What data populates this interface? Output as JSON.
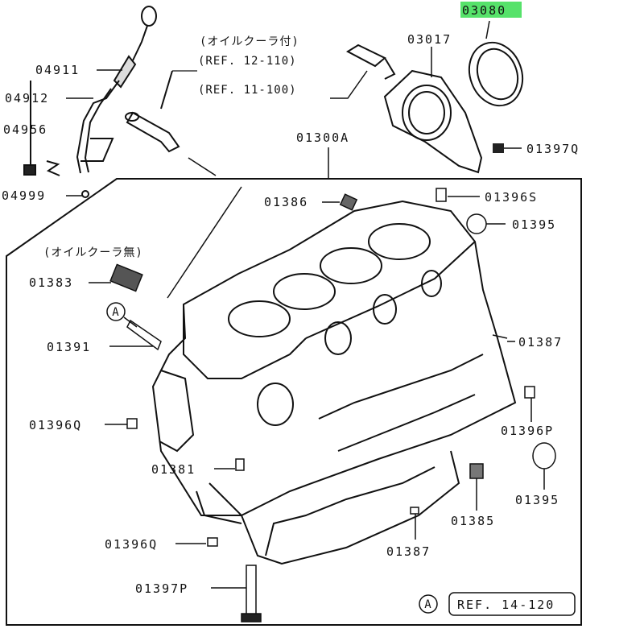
{
  "labels": {
    "p04911": "04911",
    "p04912": "04912",
    "p04956": "04956",
    "p04999": "04999",
    "p03017": "03017",
    "p03080": "03080",
    "p01397q": "01397Q",
    "p01300a": "01300A",
    "p01386": "01386",
    "p01396s": "01396S",
    "p01395a": "01395",
    "p01383": "01383",
    "p01391": "01391",
    "p01387a": "01387",
    "p01396q_a": "01396Q",
    "p01396p": "01396P",
    "p01381": "01381",
    "p01395b": "01395",
    "p01385": "01385",
    "p01396q_b": "01396Q",
    "p01387b": "01387",
    "p01397p": "01397P"
  },
  "notes": {
    "with_cooler": "(オイルクーラ付)",
    "without_cooler": "(オイルクーラ無)",
    "ref_12_110": "(REF. 12-110)",
    "ref_11_100": "(REF. 11-100)",
    "ref_14_120": "REF. 14-120",
    "marker_a": "A"
  },
  "colors": {
    "highlight": "#56e26a",
    "ink": "#111111"
  }
}
